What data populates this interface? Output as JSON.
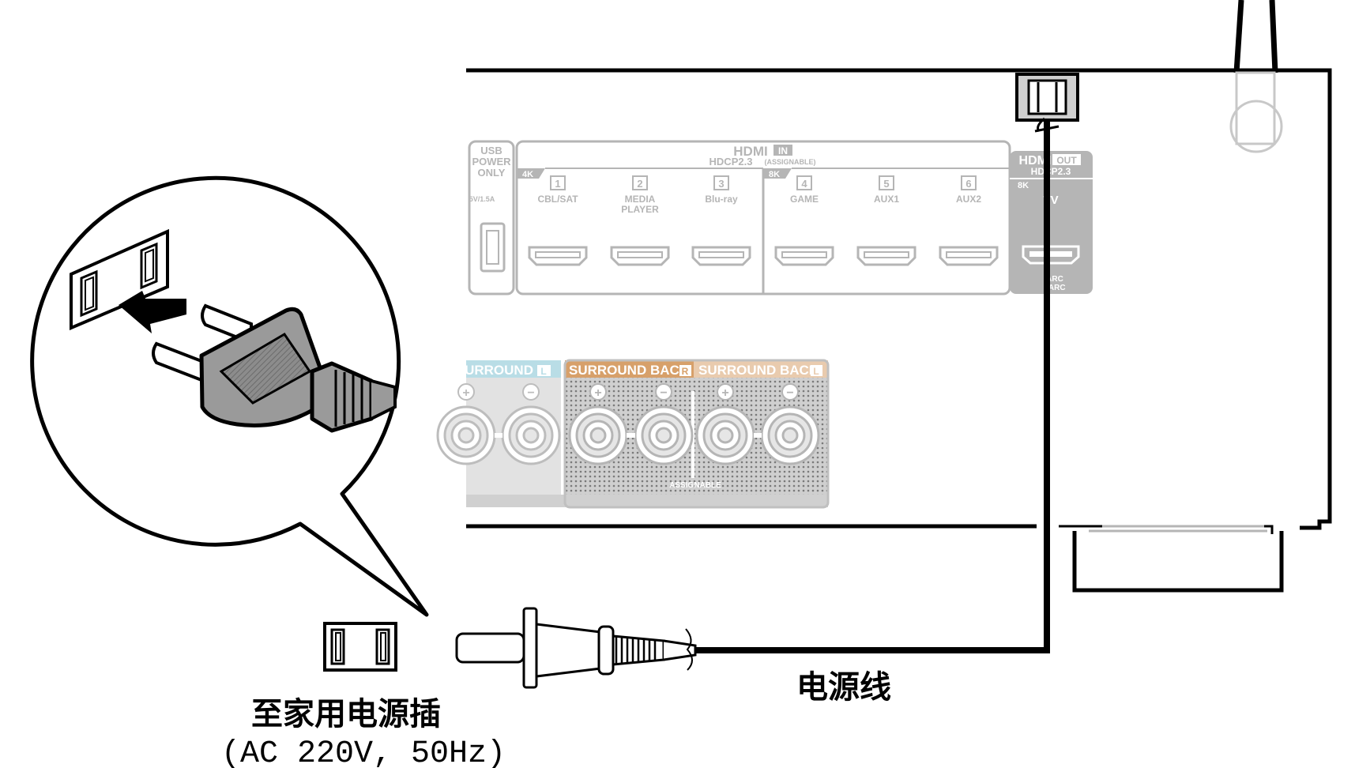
{
  "labels": {
    "power_cord": "电源线",
    "to_outlet": "至家用电源插",
    "outlet_spec": "(AC 220V, 50Hz)"
  },
  "panel": {
    "usb_lines": [
      "USB",
      "POWER",
      "ONLY"
    ],
    "usb_rating": "5V/1.5A",
    "hdmi_in_title": "HDMI",
    "hdmi_in_badge": "IN",
    "hdmi_in_sub": "HDCP2.3",
    "hdmi_in_assignable": "(ASSIGNABLE)",
    "group_4k": "4K",
    "group_8k": "8K",
    "inputs": [
      {
        "num": "1",
        "lines": [
          "CBL/SAT"
        ]
      },
      {
        "num": "2",
        "lines": [
          "MEDIA",
          "PLAYER"
        ]
      },
      {
        "num": "3",
        "lines": [
          "Blu-ray"
        ]
      },
      {
        "num": "4",
        "lines": [
          "GAME"
        ]
      },
      {
        "num": "5",
        "lines": [
          "AUX1"
        ]
      },
      {
        "num": "6",
        "lines": [
          "AUX2"
        ]
      }
    ],
    "hdmi_out_title": "HDMI",
    "hdmi_out_badge": "OUT",
    "hdmi_out_sub": "HDCP2.3",
    "hdmi_out_8k": "8K",
    "hdmi_out_tv": "TV",
    "hdmi_out_arc": [
      "ARC",
      "eARC"
    ],
    "surround_l": "SURROUND",
    "surround_l_badge": "L",
    "surround_back_r": "SURROUND BACK",
    "surround_back_r_badge": "R",
    "surround_back_l": "SURROUND BACK",
    "surround_back_l_badge": "L",
    "assignable": "ASSIGNABLE",
    "plus": "+",
    "minus": "−"
  },
  "colors": {
    "line": "#000000",
    "panel_gray": "#b5b5b5",
    "panel_fill": "#d9d9d9",
    "surround_accent": "#d7a06a",
    "surround_light_accent": "#b9dde6",
    "plug_fill": "#9a9a9a",
    "plug_dark": "#6e6e6e"
  }
}
